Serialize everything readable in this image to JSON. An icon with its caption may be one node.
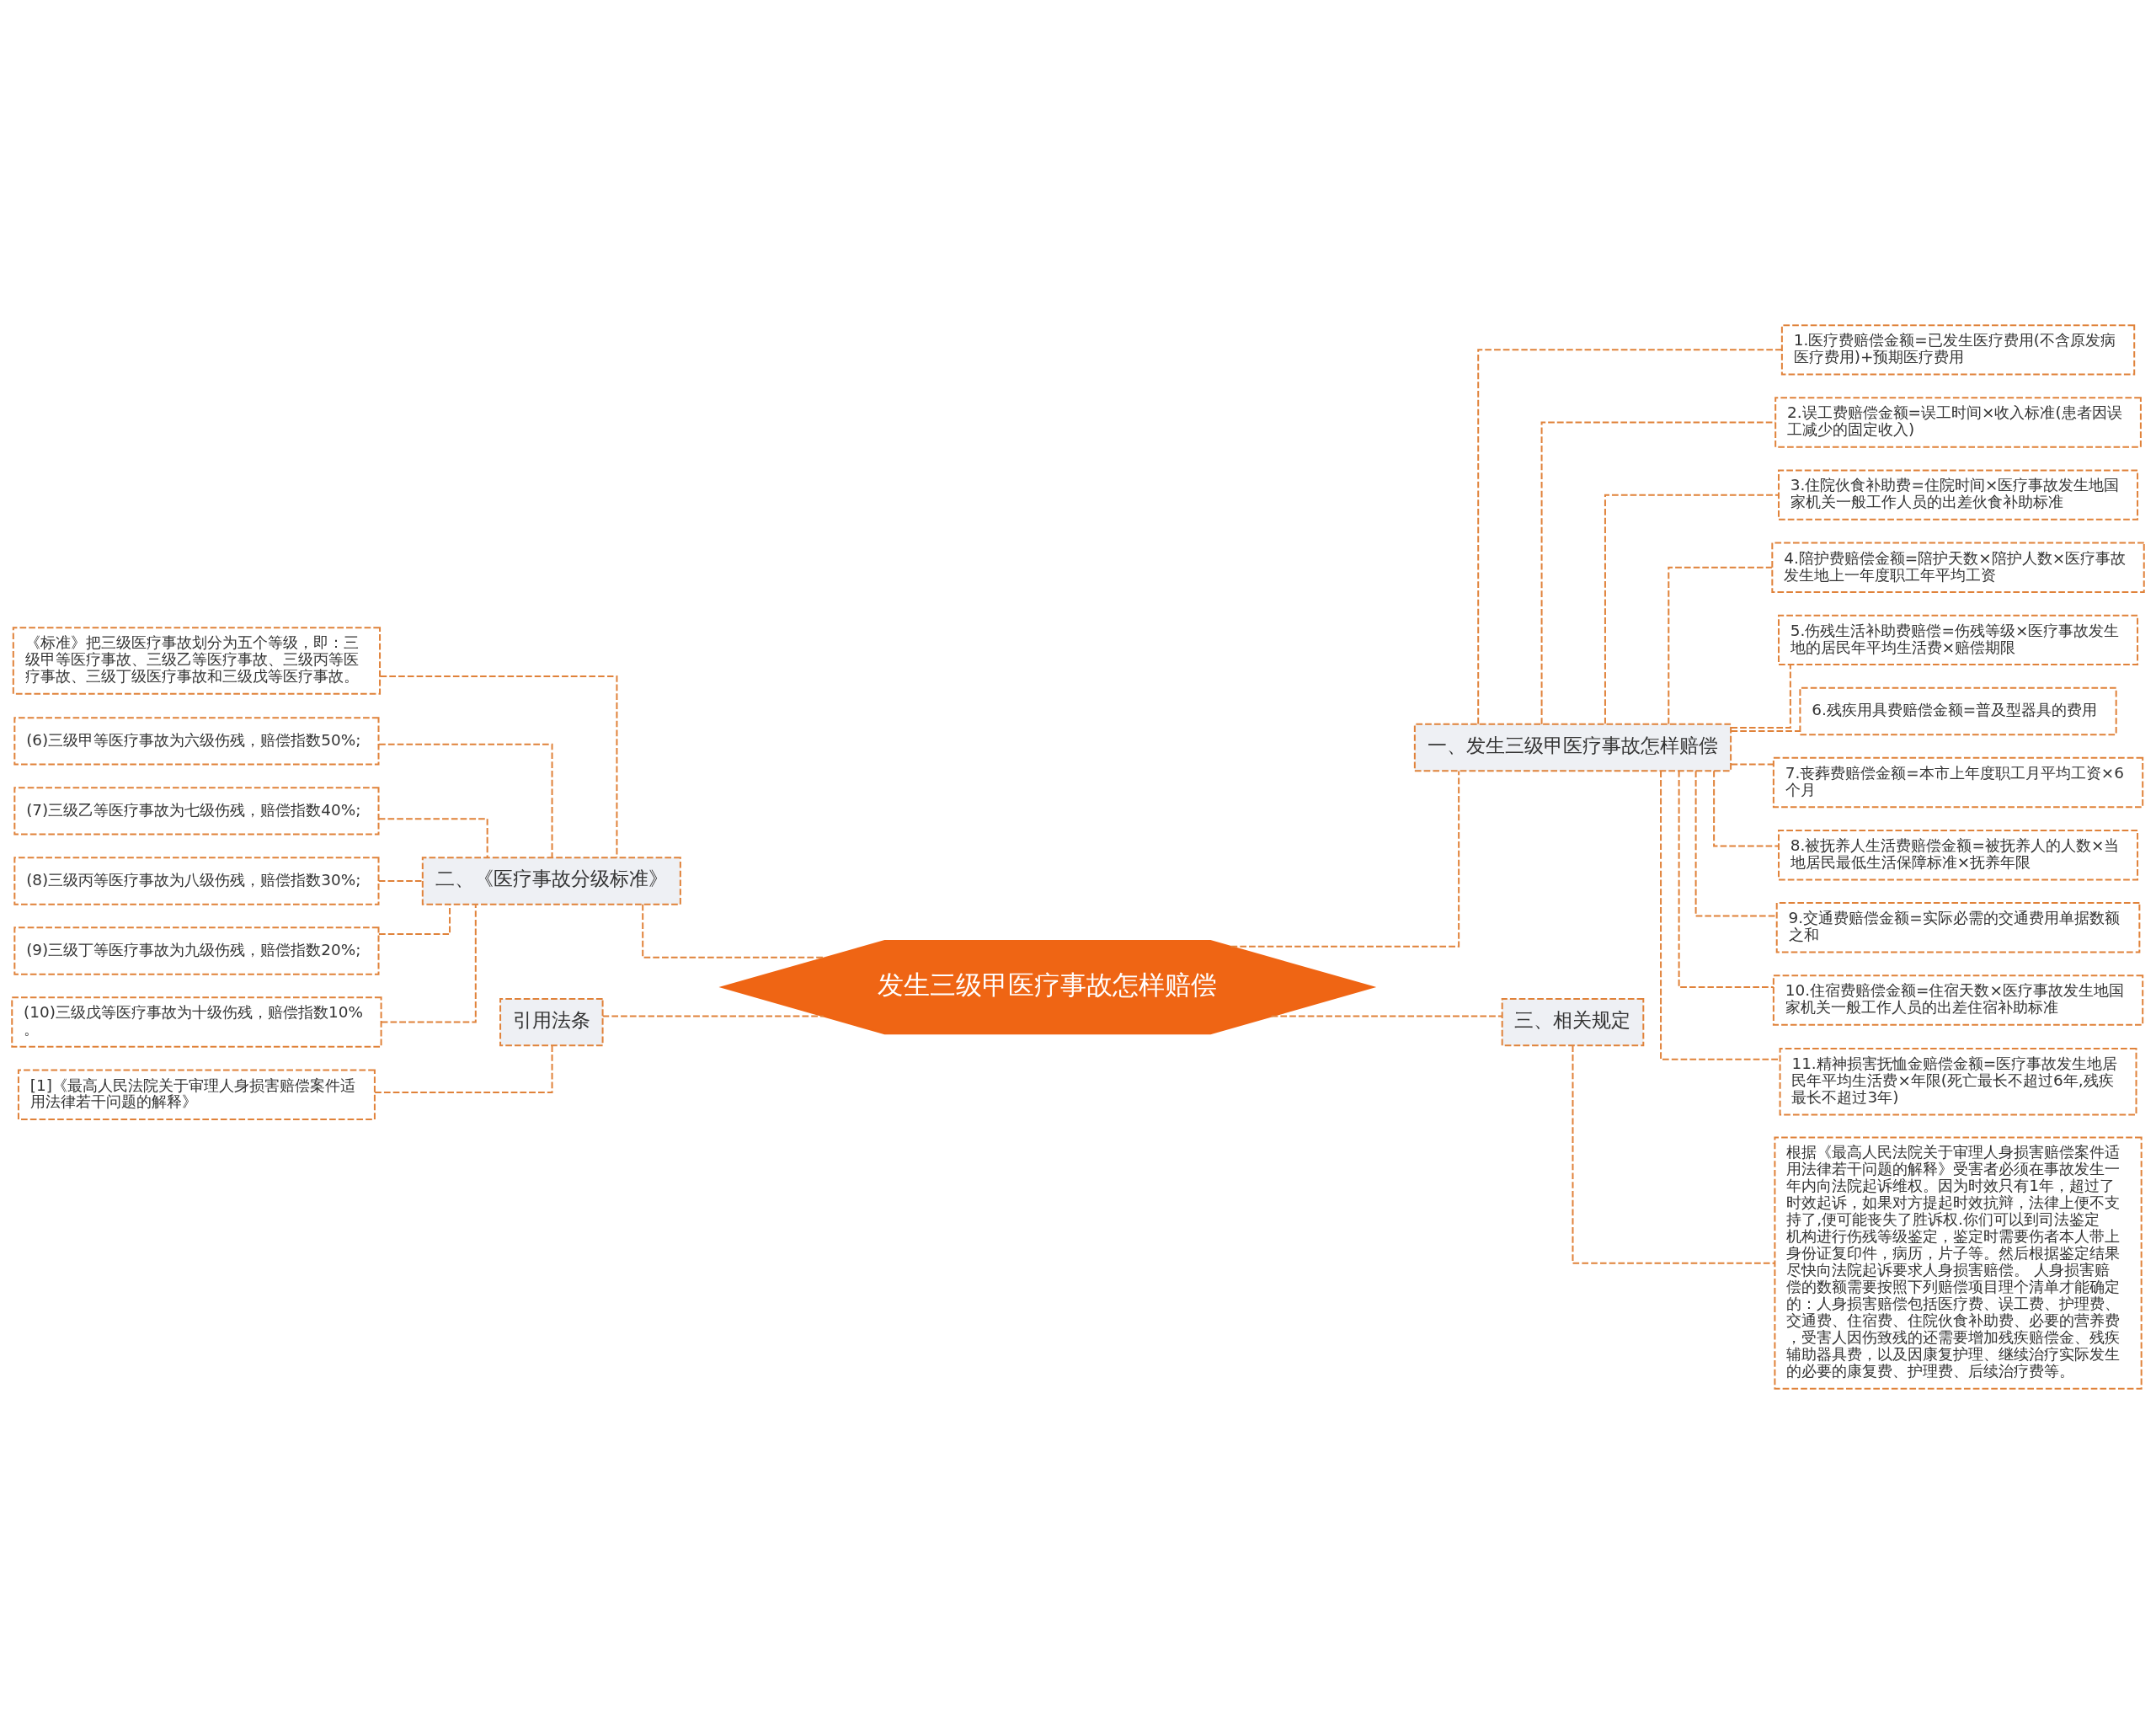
{
  "diagram": {
    "nodes": [
      {
        "text": [
          "发生三级甲医疗事故怎样赔偿"
        ]
      },
      {
        "text": [
          "一、发生三级甲医疗事故怎样赔偿"
        ]
      },
      {
        "text": [
          "1.医疗费赔偿金额=已发生医疗费用(不含原发病医疗费用)+预期医疗费用"
        ]
      },
      {
        "text": [
          "2.误工费赔偿金额=误工时间×收入标准(患者因误工减少的固定收入)"
        ]
      },
      {
        "text": [
          "3.住院伙食补助费=住院时间×医疗事故发生地国家机关一般工作人员的出差伙食补助标准"
        ]
      },
      {
        "text": [
          "4.陪护费赔偿金额=陪护天数×陪护人数×医疗事故发生地上一年度职工年平均工资"
        ]
      },
      {
        "text": [
          "5.伤残生活补助费赔偿=伤残等级×医疗事故发生地的居民年平均生活费×赔偿期限"
        ]
      },
      {
        "text": [
          "6.残疾用具费赔偿金额=普及型器具的费用"
        ]
      },
      {
        "text": [
          "7.丧葬费赔偿金额=本市上年度职工月平均工资×6个月"
        ]
      },
      {
        "text": [
          "8.被抚养人生活费赔偿金额=被抚养人的人数×当地居民最低生活保障标准×抚养年限"
        ]
      },
      {
        "text": [
          "9.交通费赔偿金额=实际必需的交通费用单据数额之和"
        ]
      },
      {
        "text": [
          "10.住宿费赔偿金额=住宿天数×医疗事故发生地国家机关一般工作人员的出差住宿补助标准"
        ]
      },
      {
        "text": [
          "11.精神损害抚恤金赔偿金额=医疗事故发生地居民年平均生活费×年限(死亡最长不超过6年,残疾最长不超过3年)"
        ]
      },
      {
        "text": [
          "二、《医疗事故分级标准》"
        ]
      },
      {
        "text": [
          "《标准》把三级医疗事故划分为五个等级，即：三级甲等医疗事故、三级乙等医疗事故、三级丙等医疗事故、三级丁级医疗事故和三级戊等医疗事故。"
        ]
      },
      {
        "text": [
          "(6)三级甲等医疗事故为六级伤残，赔偿指数50%;"
        ]
      },
      {
        "text": [
          "(7)三级乙等医疗事故为七级伤残，赔偿指数40%;"
        ]
      },
      {
        "text": [
          "(8)三级丙等医疗事故为八级伤残，赔偿指数30%;"
        ]
      },
      {
        "text": [
          "(9)三级丁等医疗事故为九级伤残，赔偿指数20%;"
        ]
      },
      {
        "text": [
          "(10)三级戊等医疗事故为十级伤残，赔偿指数10%。"
        ]
      },
      {
        "text": [
          "引用法条"
        ]
      },
      {
        "text": [
          "[1]《最高人民法院关于审理人身损害赔偿案件适用法律若干问题的解释》"
        ]
      },
      {
        "text": [
          "三、相关规定"
        ]
      },
      {
        "text": [
          "根据《最高人民法院关于审理人身损害赔偿案件适用法律若干问题的解释》受害者必须在事故发生一年内向法院起诉维权。因为时效只有1年，超过了时效起诉，如果对方提起时效抗辩，法律上便不支持了,便可能丧失了胜诉权.你们可以到司法鉴定机构进行伤残等级鉴定，鉴定时需要伤者本人带上身份证复印件，病历，片子等。然后根据鉴定结果尽快向法院起诉要求人身损害赔偿。 人身损害赔偿的数额需要按照下列赔偿项目理个清单才能确定的：人身损害赔偿包括医疗费、误工费、护理费、交通费、住宿费、住院伙食补助费、必要的营养费，受害人因伤致残的还需要增加残疾赔偿金、残疾辅助器具费，以及因康复护理、继续治疗实际发生的必要的康复费、护理费、后续治疗费等。"
        ]
      }
    ],
    "edges": [
      {
        "from": 0,
        "to": 1,
        "arrow": "none",
        "style": "dashed"
      },
      {
        "from": 1,
        "to": 2,
        "arrow": "none",
        "style": "dashed"
      },
      {
        "from": 1,
        "to": 3,
        "arrow": "none",
        "style": "dashed"
      },
      {
        "from": 1,
        "to": 4,
        "arrow": "none",
        "style": "dashed"
      },
      {
        "from": 1,
        "to": 5,
        "arrow": "none",
        "style": "dashed"
      },
      {
        "from": 1,
        "to": 6,
        "arrow": "none",
        "style": "dashed"
      },
      {
        "from": 1,
        "to": 7,
        "arrow": "none",
        "style": "dashed"
      },
      {
        "from": 1,
        "to": 8,
        "arrow": "none",
        "style": "dashed"
      },
      {
        "from": 1,
        "to": 9,
        "arrow": "none",
        "style": "dashed"
      },
      {
        "from": 1,
        "to": 10,
        "arrow": "none",
        "style": "dashed"
      },
      {
        "from": 1,
        "to": 11,
        "arrow": "none",
        "style": "dashed"
      },
      {
        "from": 1,
        "to": 12,
        "arrow": "none",
        "style": "dashed"
      },
      {
        "from": 0,
        "to": 13,
        "arrow": "none",
        "style": "dashed"
      },
      {
        "from": 13,
        "to": 14,
        "arrow": "none",
        "style": "dashed"
      },
      {
        "from": 13,
        "to": 15,
        "arrow": "none",
        "style": "dashed"
      },
      {
        "from": 13,
        "to": 16,
        "arrow": "none",
        "style": "dashed"
      },
      {
        "from": 13,
        "to": 17,
        "arrow": "none",
        "style": "dashed"
      },
      {
        "from": 13,
        "to": 18,
        "arrow": "none",
        "style": "dashed"
      },
      {
        "from": 13,
        "to": 19,
        "arrow": "none",
        "style": "dashed"
      },
      {
        "from": 0,
        "to": 20,
        "arrow": "none",
        "style": "dashed"
      },
      {
        "from": 20,
        "to": 21,
        "arrow": "none",
        "style": "dashed"
      },
      {
        "from": 0,
        "to": 22,
        "arrow": "none",
        "style": "dashed"
      },
      {
        "from": 22,
        "to": 23,
        "arrow": "none",
        "style": "dashed"
      }
    ]
  }
}
